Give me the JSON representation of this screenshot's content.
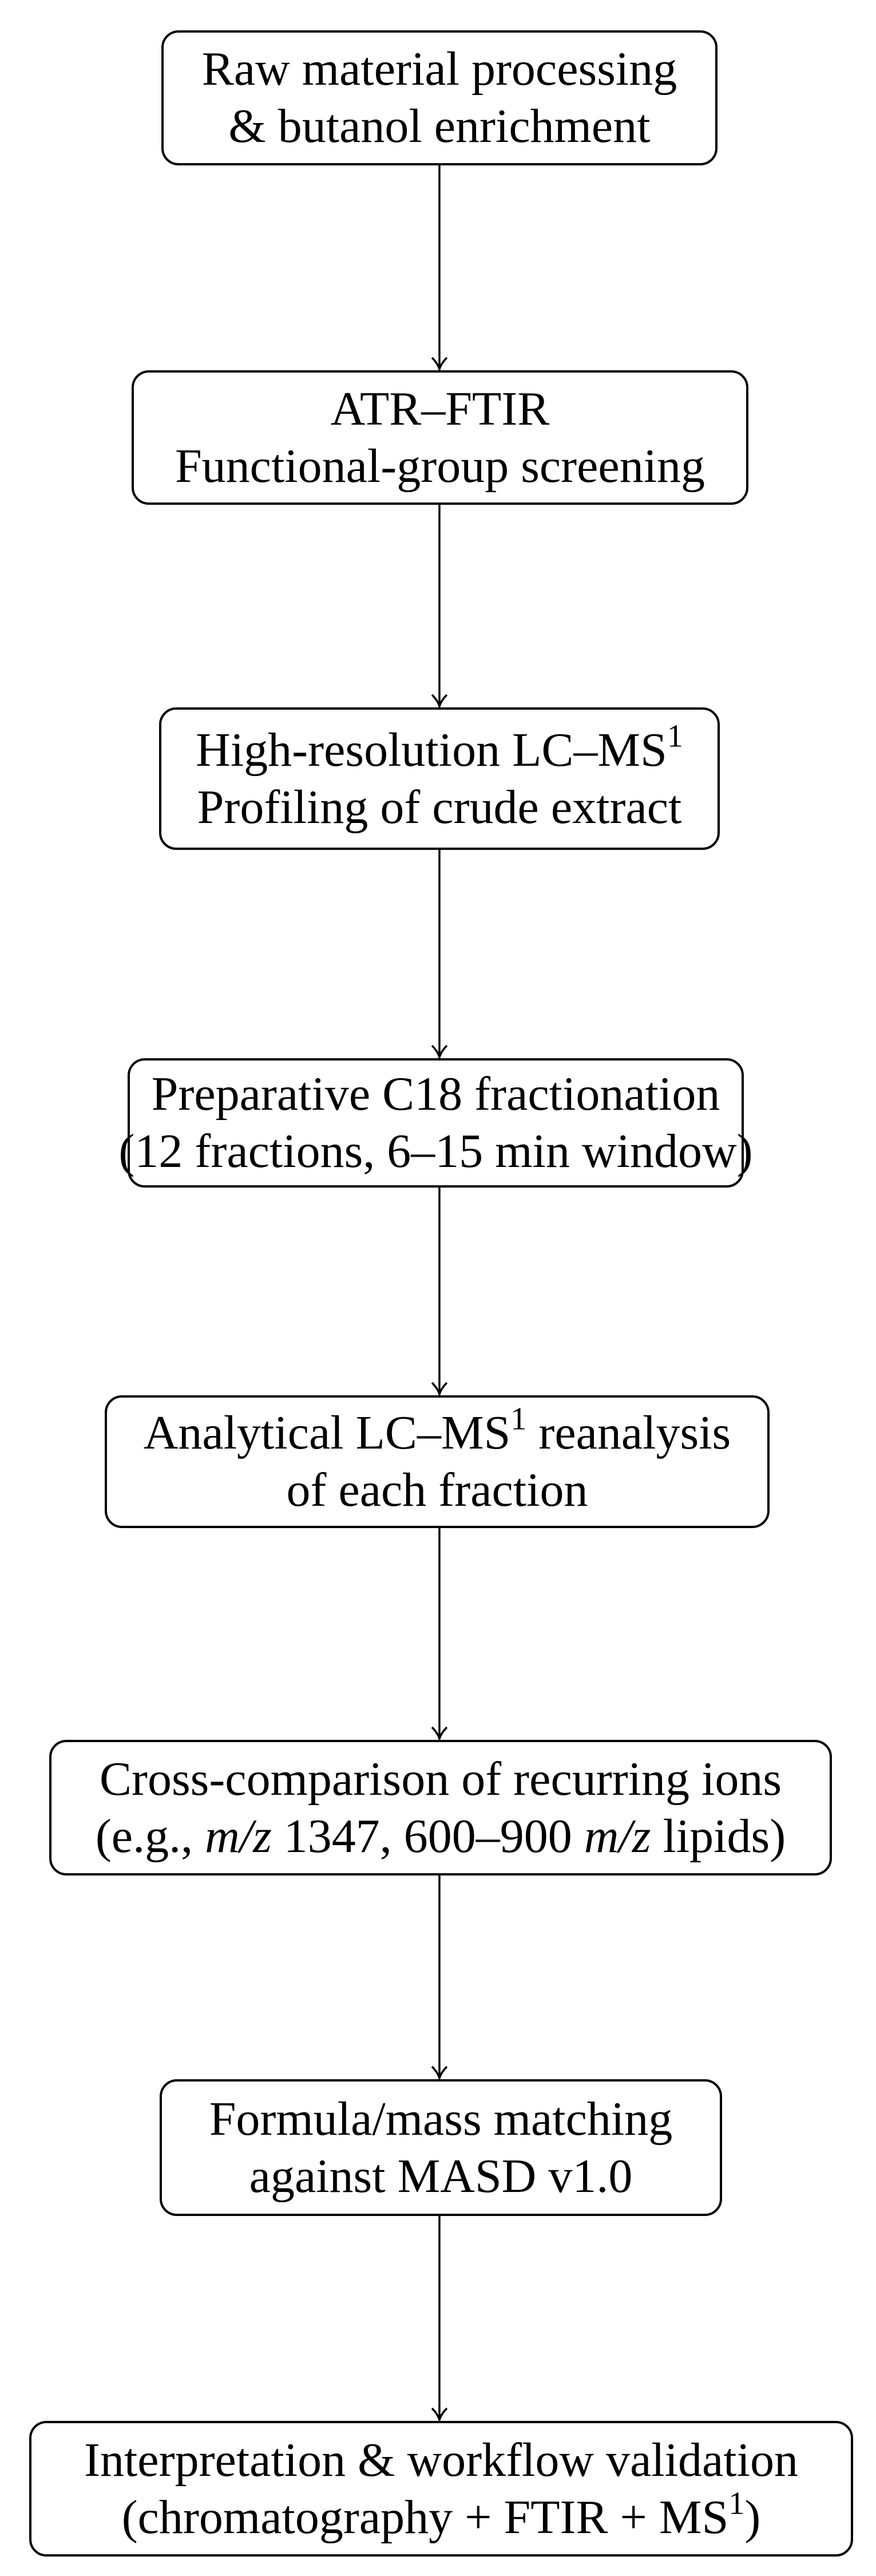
{
  "flowchart": {
    "steps": [
      {
        "lines": [
          [
            {
              "t": "Raw material processing"
            }
          ],
          [
            {
              "t": "& butanol enrichment"
            }
          ]
        ]
      },
      {
        "lines": [
          [
            {
              "t": "ATR–FTIR"
            }
          ],
          [
            {
              "t": "Functional-group screening"
            }
          ]
        ]
      },
      {
        "lines": [
          [
            {
              "t": "High-resolution LC–MS"
            },
            {
              "t": "1",
              "s": "sup"
            }
          ],
          [
            {
              "t": "Profiling of crude extract"
            }
          ]
        ]
      },
      {
        "lines": [
          [
            {
              "t": "Preparative C18 fractionation"
            }
          ],
          [
            {
              "t": "(12 fractions, 6–15 min window)"
            }
          ]
        ]
      },
      {
        "lines": [
          [
            {
              "t": "Analytical LC–MS"
            },
            {
              "t": "1",
              "s": "sup"
            },
            {
              "t": " reanalysis"
            }
          ],
          [
            {
              "t": "of each fraction"
            }
          ]
        ]
      },
      {
        "lines": [
          [
            {
              "t": "Cross-comparison of recurring ions"
            }
          ],
          [
            {
              "t": "(e.g., "
            },
            {
              "t": "m/z",
              "s": "it"
            },
            {
              "t": " 1347, 600–900 "
            },
            {
              "t": "m/z",
              "s": "it"
            },
            {
              "t": " lipids)"
            }
          ]
        ]
      },
      {
        "lines": [
          [
            {
              "t": "Formula/mass matching"
            }
          ],
          [
            {
              "t": "against MASD v1.0"
            }
          ]
        ]
      },
      {
        "lines": [
          [
            {
              "t": "Interpretation & workflow validation"
            }
          ],
          [
            {
              "t": "(chromatography + FTIR + MS"
            },
            {
              "t": "1",
              "s": "sup"
            },
            {
              "t": ")"
            }
          ]
        ]
      }
    ],
    "connector": "arrow-down"
  }
}
